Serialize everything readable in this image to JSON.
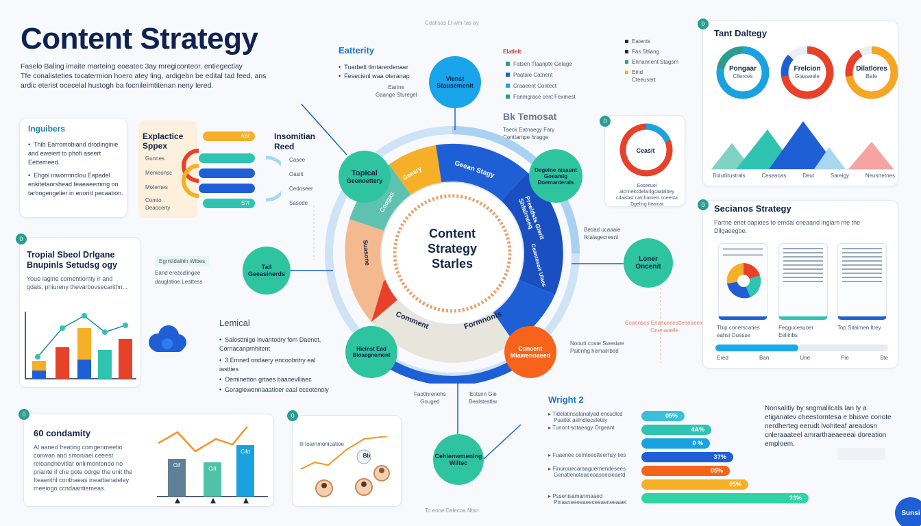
{
  "title": "Content Strategy",
  "intro": [
    "Faselo Baling imaite marteing eoeatec 3ay mregiconteor, entiegectiay",
    "Tfe conalisteties tocatermion hoero atey ling, ardigebn be edital tad feed,  ans",
    "ardic eterist ocecelal hustogh ba focnileimtitenan neny lered."
  ],
  "top_center": {
    "caption": "Cdatisas Lt wer tas ay",
    "heading": "Eatterity",
    "items": [
      "Tuarbetl tlmtarerdenaer",
      "Fesecienl waa oteranap"
    ],
    "sub": [
      "Eartne",
      "Gaange Sturegel"
    ]
  },
  "top_node": {
    "line1": "Vienst",
    "line2": "Stausemenlt"
  },
  "top_right_list": {
    "caption": "Elatlelt",
    "items": [
      "Fatsen Tlaanpte Gelage",
      "Paatale Catnent",
      "Craaeent Contect",
      "Fanmgrace cent Fexmest"
    ]
  },
  "far_right_list": {
    "items": [
      "Eatents",
      "Fas Stliang",
      "Ennannent Stagsm",
      "Eind",
      "Cteeusert"
    ]
  },
  "bk_block": {
    "heading": "Bk Temosat",
    "lines": [
      "Taeck Eatnaegy Fary",
      "Conttampe hragge"
    ]
  },
  "top_donuts": {
    "badge": "0",
    "title": "Tant Daltegy",
    "items": [
      {
        "label": "Pongaar",
        "sub": "Cllerces"
      },
      {
        "label": "Frelcion",
        "sub": "Gtasseele"
      },
      {
        "label": "Dilatlores",
        "sub": "Bafe"
      }
    ]
  },
  "mountain_labels": [
    "Bulutlitustrals",
    "Ceseaoas",
    "Deut",
    "Sareigy",
    "Neusrtetnes"
  ],
  "inquirers": {
    "title": "Inguibers",
    "items": [
      "Thib Earromobiand drodinginie and eweiert to phofi aseert Eettemeed.",
      "Ehgol inwormnclou Eapadel enkitetaorshead feaeaeemmg on tarbogengelier in enorid pecaation."
    ]
  },
  "explactice": {
    "title": "Explactice Sppex",
    "labels": [
      "Gunnes",
      "Memeonsc",
      "Motemes",
      "Comto Deaocerty"
    ],
    "bar_values": [
      "ABI",
      "S?I"
    ]
  },
  "insomitian": {
    "title": "Insomitian Reed",
    "labels": [
      "Casee",
      "Oasilt",
      "Cedoseer",
      "Sasede"
    ]
  },
  "small_donut": {
    "badge": "0",
    "center": "Ceasit",
    "caption": [
      "Eesecuei alcnnekcdelanlgcaalalbey",
      "cdaisbst catchatnets coeesta",
      "Dgeling tleaicat"
    ]
  },
  "wheel": {
    "center": [
      "Content",
      "Strategy",
      "Starles"
    ],
    "segments": [
      "Gaeary",
      "Geean Stagy",
      "Preeldsts Glerit Shfalrneeq",
      "Ceantesoir Ulaes",
      "Formnonts",
      "Comment",
      "Suasone",
      "Coogas"
    ],
    "left_node": [
      "Topical",
      "Geenoettery"
    ],
    "right_node": [
      "Degeine nisaunt",
      "Goeamig",
      "Doemanterals"
    ],
    "bottom_left_node": [
      "Hieinst Ead",
      "Bioaegnement"
    ],
    "bottom_right_node": [
      "Cencent",
      "Miawenoaeed"
    ],
    "bottom_node": [
      "Cehienwmenlng",
      "Wiltec"
    ],
    "outer_left_node": [
      "Tail",
      "Geeasinerds"
    ],
    "outer_right_node": [
      "Loner",
      "Oncenit"
    ]
  },
  "tropical": {
    "badge": "0",
    "title": "Tropial Sbeol Drlgane Bnupinls Setudsg ogy",
    "desc": [
      "Youe lagine comentiomty ir and",
      "gdals, phiureny thevarbovsecarithn..."
    ],
    "mini": [
      "Egrnttdalhin Wibes",
      "Eand erezcdlingee",
      "dauglatioe Leattess"
    ]
  },
  "lemical": {
    "title": "Lemical",
    "items": [
      "Salosttnigo lnvantodry fom Daenet, Cornacanprnhitent",
      "3 Emnetl ondaery encoobritry eal iastties",
      "Oeminetton grtaes baaoevlliaec",
      "Goraglewennaaatioer eaal eceotenoly"
    ]
  },
  "side_notes": {
    "left": [
      "Faotlnrenehs",
      "Gouged"
    ],
    "right": [
      "Eotsnn Gie",
      "Bealstestlar"
    ],
    "center_right": [
      "Bedad ucaaaie",
      "Iktalagecreent"
    ],
    "right_mid": [
      "Nooutt coste Swesiwe",
      "Paitinhg hemalnbed"
    ],
    "pinkish": [
      "Eoaensos Enaeceeestteeeaeeie",
      "Onenaaelle"
    ],
    "bottom": "To eooe Dslecoa Ntsn"
  },
  "sacianos": {
    "badge": "0",
    "title": "Secianos Strategy",
    "desc": [
      "Fartne enet dapioes to emdal cneaand ingiam me the",
      "Dllgaeegbe."
    ],
    "captions": [
      "Thip conerscaties eahsi Ouesse",
      "Feqgucesuoer Eeliinbs",
      "Top Sitaimen ltrey"
    ],
    "scale": [
      "Ered",
      "Ban",
      "Une",
      "Pie",
      "Ste"
    ],
    "progress": 0.48
  },
  "sixty": {
    "badge": "0",
    "title": "60 condamity",
    "desc": [
      "Al aaned freating comgenmeetio",
      "conwan and smoniael ceeest",
      "reloandnevitlar onliimontondo no",
      "priante if che gote odrge the unit the",
      "Iteaerithl conthaeas ineattianateley",
      "meeiogo ccndaantiemeas."
    ],
    "bars": [
      {
        "label": "Oif",
        "value": 2.2
      },
      {
        "label": "Ciit",
        "value": 2.0
      },
      {
        "label": "Cikt",
        "value": 3.0
      }
    ]
  },
  "middle_small": {
    "badge": "0",
    "caption": "Ill toarnmonicatioe",
    "bubble": "Bb"
  },
  "weight": {
    "title": "Wright 2",
    "rows": [
      {
        "label": "Tidelatinsalanalyad encudlcd",
        "sub": "Puaitet aelndtecsletay",
        "value": "05%",
        "fraction": 0.26,
        "color": "#3bbfd9"
      },
      {
        "label": "Tunont sotaeagy Orgeant",
        "sub": "",
        "value": "4A%",
        "fraction": 0.42,
        "color": "#2fc4b2"
      },
      {
        "label": "",
        "sub": "",
        "value": "0 %",
        "fraction": 0.41,
        "color": "#1aa2e0"
      },
      {
        "label": "Fuaenee cemteeotteerhsy lies",
        "sub": "",
        "value": "3?%",
        "fraction": 0.55,
        "color": "#1f5fd6"
      },
      {
        "label": "Finurouecaraaguernendesees",
        "sub": "Genatienoteaeeaaseecieaetd",
        "value": "05%",
        "fraction": 0.53,
        "color": "#f7631a"
      },
      {
        "label": "",
        "sub": "",
        "value": "05%",
        "fraction": 0.64,
        "color": "#f5b028"
      },
      {
        "label": "Pssenisamanrnaaed",
        "sub": "Pinasneeeeaeeceeaeneeaaet",
        "value": "?3%",
        "fraction": 1.0,
        "color": "#2fd3a4"
      }
    ]
  },
  "bottom_right_text": [
    "Nonsalitiy by sngmalilcals lan ly a",
    "etiganatev cheestorntesa e bhisve conote",
    "nerdherteg eerudt  lvohiteaf areadosn",
    "cnleraaateel amrarthaeaeeeai doreation emploem."
  ],
  "brand": "Sunsi"
}
